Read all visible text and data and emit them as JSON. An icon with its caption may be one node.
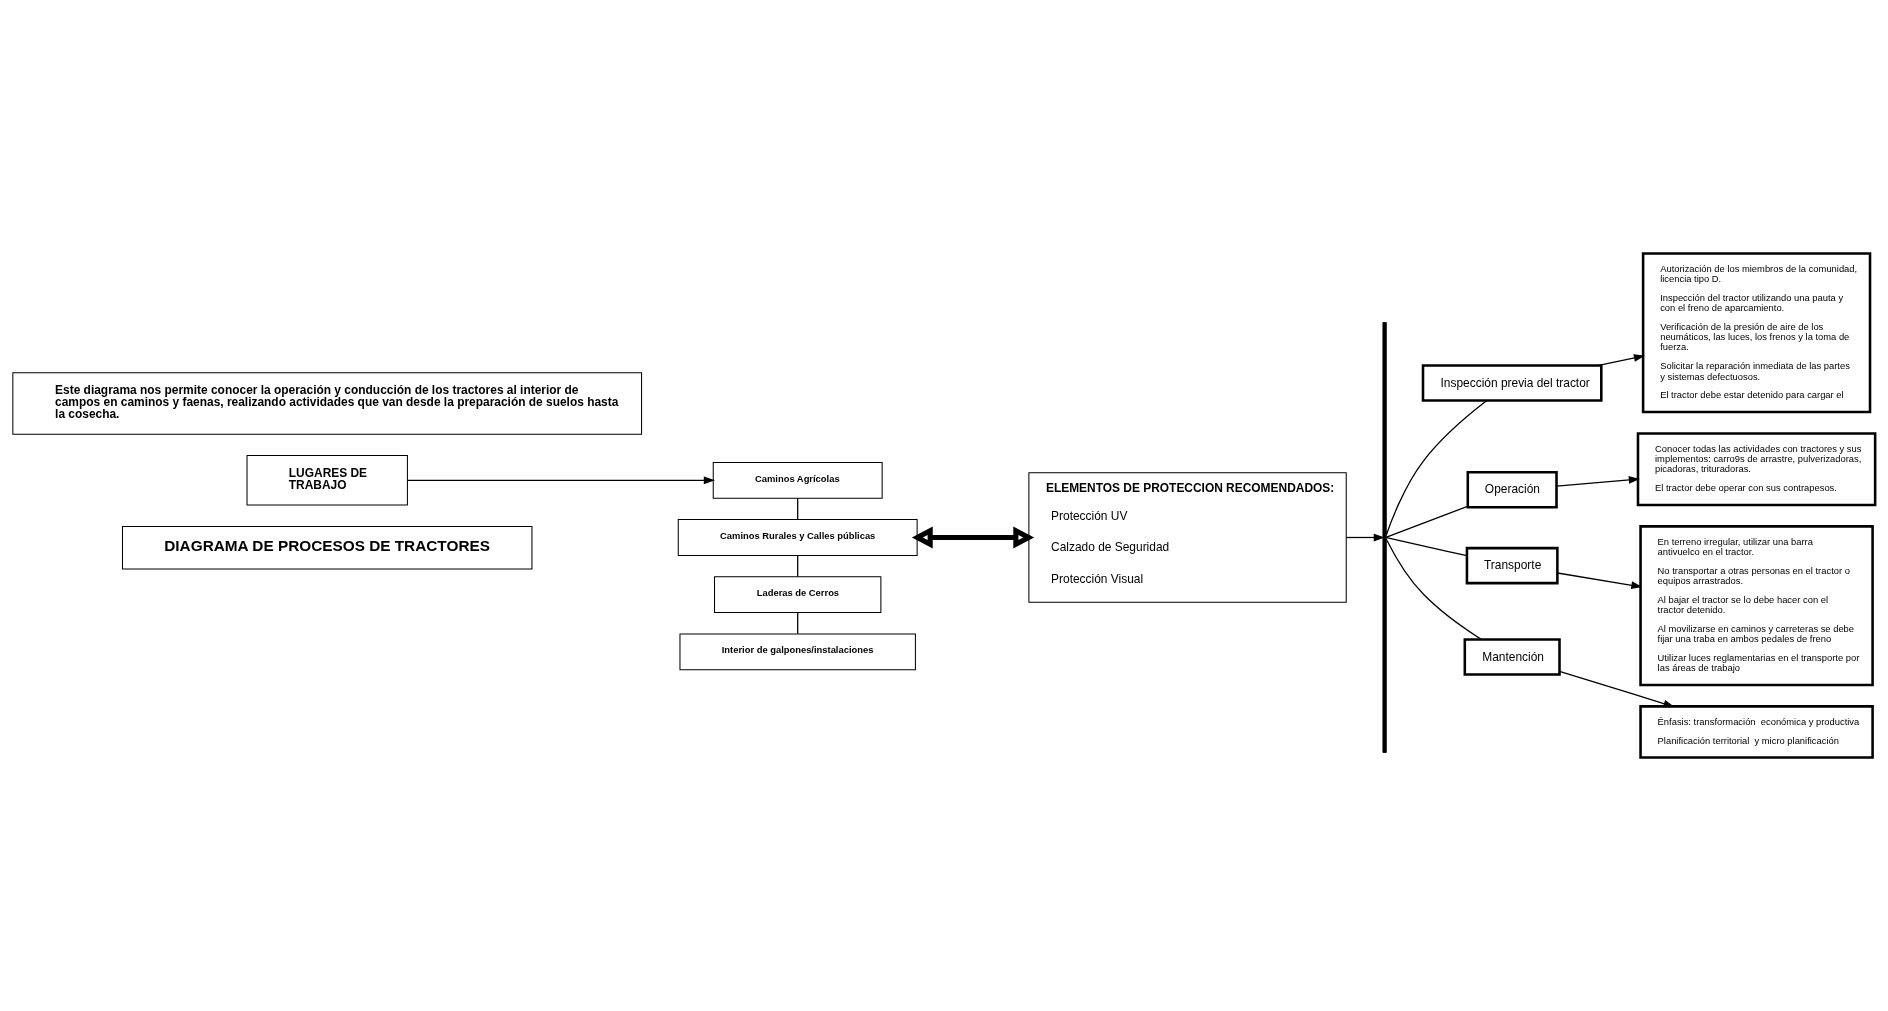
{
  "diagram": {
    "nodes": [
      {
        "text": [
          "DIAGRAMA DE PROCESOS DE TRACTORES"
        ]
      },
      {
        "text": [
          "LUGARES DE TRABAJO"
        ]
      },
      {
        "text": [
          "Este diagrama nos permite conocer la operación y conducción de los tractores al interior de campos en caminos y faenas, realizando actividades que van desde la preparación de suelos hasta la cosecha."
        ]
      },
      {
        "text": [
          "Caminos Agrícolas"
        ]
      },
      {
        "text": [
          "Caminos Rurales y Calles públicas"
        ]
      },
      {
        "text": [
          "Laderas de Cerros"
        ]
      },
      {
        "text": [
          "Interior de galpones/instalaciones"
        ]
      },
      {
        "text": [
          "ELEMENTOS DE PROTECCION RECOMENDADOS:",
          "Protección UV",
          "Calzado de Seguridad",
          "Protección Visual"
        ]
      },
      {
        "text": [],
        "shape": "bar"
      },
      {
        "text": [
          "Inspección previa del tractor"
        ]
      },
      {
        "text": [
          "Autorización de los miembros de la comunidad, licencia tipo D.",
          "Inspección del tractor utilizando una pauta y con el freno de aparcamiento.",
          "Verificación de la presión de aire de los neumáticos, las luces, los frenos y la toma de fuerza.",
          "Solicitar la reparación inmediata de las partes y sistemas defectuosos.",
          "El tractor debe estar detenido para cargar el"
        ]
      },
      {
        "text": [
          "Operación"
        ]
      },
      {
        "text": [
          "Conocer todas las actividades con tractores y sus implementos: carro9s de arrastre, pulverizadoras, picadoras, trituradoras.",
          "El tractor debe operar con sus contrapesos."
        ]
      },
      {
        "text": [
          "Transporte"
        ]
      },
      {
        "text": [
          "En terreno irregular, utilizar una barra antivuelco en el tractor.",
          "No transportar a otras personas en el tractor o equipos arrastrados.",
          "Al bajar el tractor se lo debe hacer con el tractor detenido.",
          "Al movilizarse en caminos y carreteras se debe fijar una traba en ambos pedales de freno",
          "Utilizar luces reglamentarias en el transporte por las áreas de trabajo"
        ]
      },
      {
        "text": [
          "Mantención"
        ]
      },
      {
        "text": [
          "Énfasis: transformación  económica y productiva",
          "Planificación territorial  y micro planificación"
        ]
      }
    ],
    "edges": [
      {
        "from": 1,
        "to": 3,
        "arrow": "to"
      },
      {
        "from": 3,
        "to": 4,
        "arrow": "none"
      },
      {
        "from": 4,
        "to": 5,
        "arrow": "none"
      },
      {
        "from": 5,
        "to": 6,
        "arrow": "none"
      },
      {
        "from": 4,
        "to": 7,
        "arrow": "both",
        "style": "thick"
      },
      {
        "from": 7,
        "to": 8,
        "arrow": "to"
      },
      {
        "from": 8,
        "to": 9,
        "arrow": "none"
      },
      {
        "from": 8,
        "to": 11,
        "arrow": "none"
      },
      {
        "from": 8,
        "to": 13,
        "arrow": "none"
      },
      {
        "from": 8,
        "to": 15,
        "arrow": "none"
      },
      {
        "from": 9,
        "to": 10,
        "arrow": "to"
      },
      {
        "from": 11,
        "to": 12,
        "arrow": "to"
      },
      {
        "from": 13,
        "to": 14,
        "arrow": "to"
      },
      {
        "from": 15,
        "to": 16,
        "arrow": "to"
      }
    ]
  }
}
